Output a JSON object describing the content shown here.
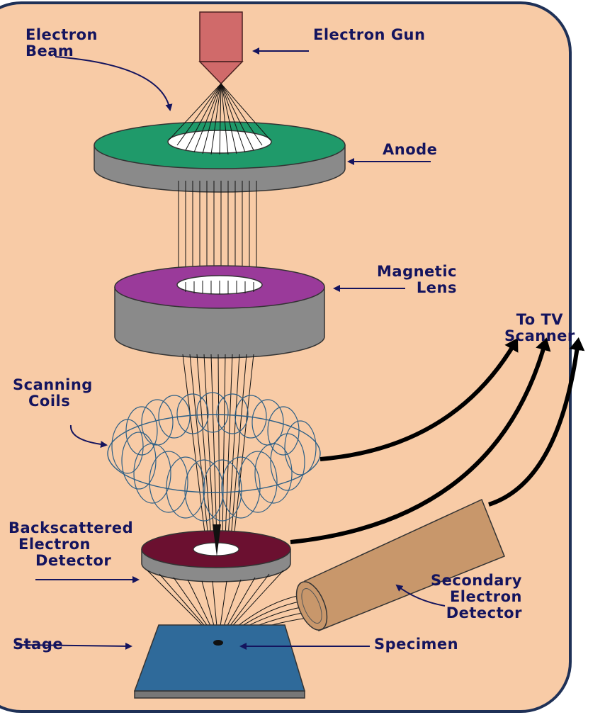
{
  "labels": {
    "electron_beam": [
      "Electron",
      "Beam"
    ],
    "electron_gun": "Electron Gun",
    "anode": "Anode",
    "magnetic_lens": [
      "Magnetic",
      "Lens"
    ],
    "to_tv_scanner": [
      "To TV",
      "Scanner"
    ],
    "scanning_coils": [
      "Scanning",
      "Coils"
    ],
    "backscattered_detector": [
      "Backscattered",
      "Electron",
      "Detector"
    ],
    "secondary_detector": [
      "Secondary",
      "Electron",
      "Detector"
    ],
    "stage": "Stage",
    "specimen": "Specimen"
  },
  "colors": {
    "background": "#f8cba6",
    "frame": "#1f3157",
    "label_text": "#14145e",
    "electron_gun": "#d06a6a",
    "anode_top": "#1f9a6a",
    "lens_top": "#9a3a9a",
    "cylinder_side": "#888888",
    "coil_lines": "#2c5f86",
    "backscatter_detector": "#6b1030",
    "secondary_detector": "#c8976b",
    "stage": "#2f6a9a"
  }
}
